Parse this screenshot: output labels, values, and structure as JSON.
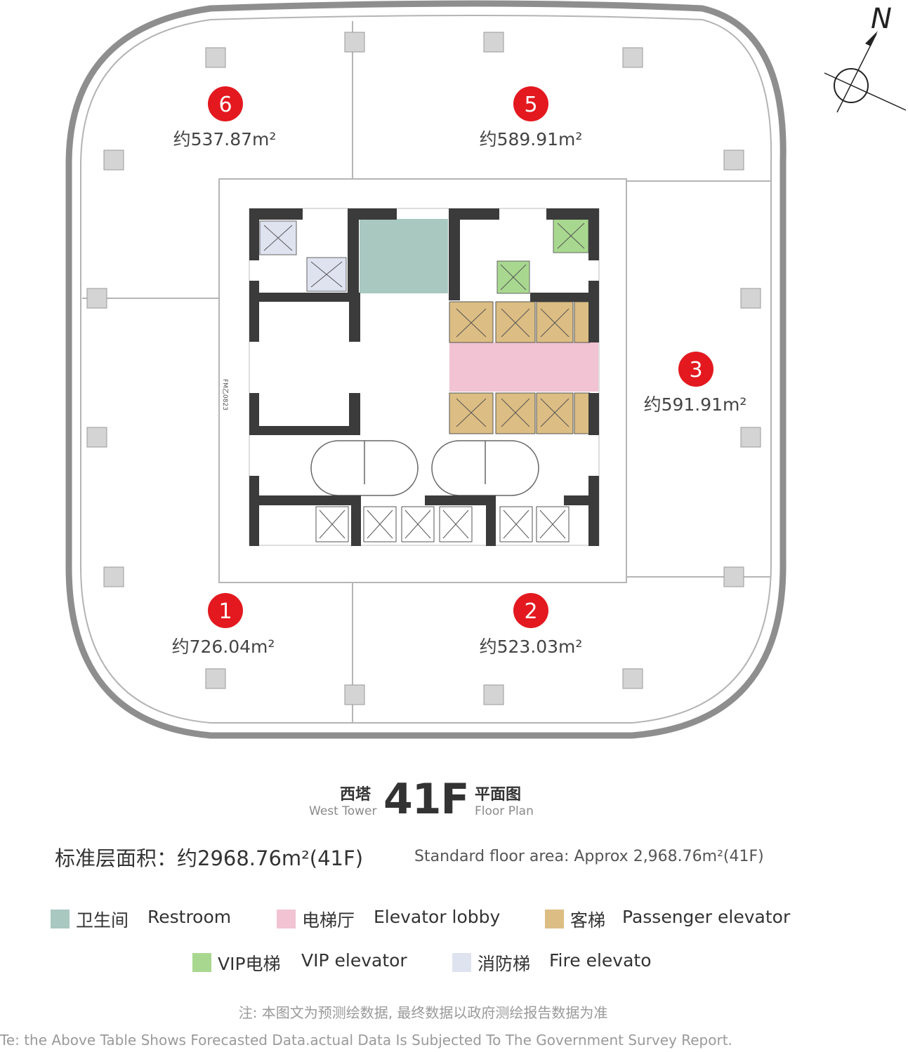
{
  "north_label": "N",
  "units": [
    {
      "num": "6",
      "area": "约537.87m²"
    },
    {
      "num": "5",
      "area": "约589.91m²"
    },
    {
      "num": "3",
      "area": "约591.91m²"
    },
    {
      "num": "1",
      "area": "约726.04m²"
    },
    {
      "num": "2",
      "area": "约523.03m²"
    }
  ],
  "door_code": "FM乙0823",
  "title": {
    "tower_cn": "西塔",
    "tower_en": "West Tower",
    "floor": "41F",
    "plan_cn": "平面图",
    "plan_en": "Floor Plan"
  },
  "area_line": {
    "cn": "标准层面积：约2968.76m²(41F)",
    "en": "Standard floor area: Approx 2,968.76m²(41F)"
  },
  "legend": [
    {
      "cn": "卫生间",
      "en": "Restroom",
      "color": "#a8c8c0"
    },
    {
      "cn": "电梯厅",
      "en": "Elevator lobby",
      "color": "#f1c3d3"
    },
    {
      "cn": "客梯",
      "en": "Passenger elevator",
      "color": "#dcbd83"
    },
    {
      "cn": "VIP电梯",
      "en": "VIP elevator",
      "color": "#a8d88f"
    },
    {
      "cn": "消防梯",
      "en": "Fire elevato",
      "color": "#dfe2ef"
    }
  ],
  "colors": {
    "unit_marker": "#e3191f",
    "outline": "#8e8e8e",
    "core_wall": "#3b3b3b"
  },
  "note": {
    "cn": "注: 本图文为预测绘数据, 最终数据以政府测绘报告数据为准",
    "en": "Te: the Above Table Shows Forecasted Data.actual Data Is Subjected To The Government Survey Report."
  }
}
